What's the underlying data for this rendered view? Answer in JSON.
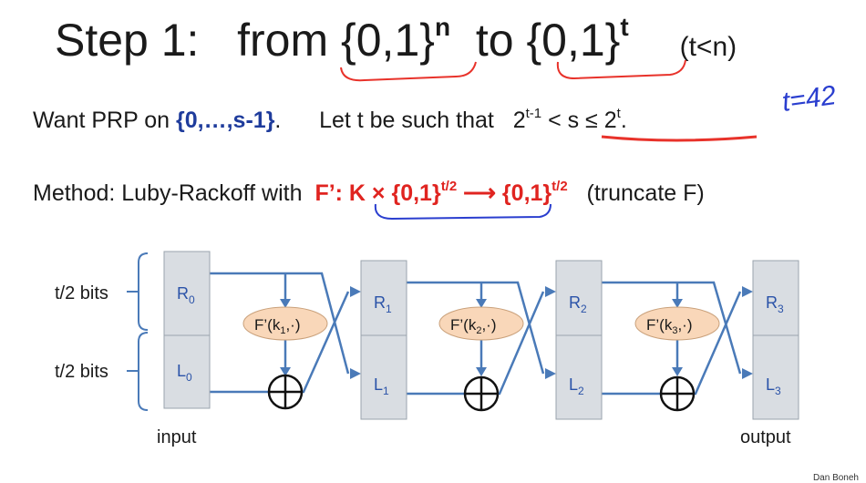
{
  "title": {
    "step": "Step 1:",
    "from": "from",
    "set_n": "{0,1}",
    "sup_n": "n",
    "to": "to",
    "set_t": "{0,1}",
    "sup_t": "t",
    "condition": "(t<n)"
  },
  "handwritten_note": "t=42",
  "line2": {
    "want": "Want PRP on",
    "domain": "{0,…,s-1}",
    "period": ".",
    "let": "Let  t  be such that",
    "lhs_base": "2",
    "lhs_exp": "t-1",
    "middle": " < s ≤ 2",
    "rhs_exp": "t",
    "end": "."
  },
  "line3": {
    "method": "Method:   Luby-Rackoff with",
    "func": "F’:  K × {0,1}",
    "exp1": "t/2",
    "arrow": " ⟶ {0,1}",
    "exp2": "t/2",
    "trunc": "(truncate F)"
  },
  "diagram": {
    "bits_top": "t/2 bits",
    "bits_bottom": "t/2 bits",
    "input_label": "input",
    "output_label": "output",
    "stages": [
      {
        "r": "R",
        "r_sub": "0",
        "l": "L",
        "l_sub": "0"
      },
      {
        "r": "R",
        "r_sub": "1",
        "l": "L",
        "l_sub": "1"
      },
      {
        "r": "R",
        "r_sub": "2",
        "l": "L",
        "l_sub": "2"
      },
      {
        "r": "R",
        "r_sub": "3",
        "l": "L",
        "l_sub": "3"
      }
    ],
    "functions": [
      {
        "prefix": "F’(k",
        "sub": "1",
        "suffix": ",·)"
      },
      {
        "prefix": "F’(k",
        "sub": "2",
        "suffix": ",·)"
      },
      {
        "prefix": "F’(k",
        "sub": "3",
        "suffix": ",·)"
      }
    ]
  },
  "credit": "Dan Boneh",
  "colors": {
    "blue_text": "#1f3c9c",
    "red_text": "#e02420",
    "wire": "#4a7ab8",
    "box_fill": "#d9dde2",
    "func_fill": "#f9d7b9",
    "pen_red": "#e8322a",
    "pen_blue": "#2a3ecf"
  }
}
